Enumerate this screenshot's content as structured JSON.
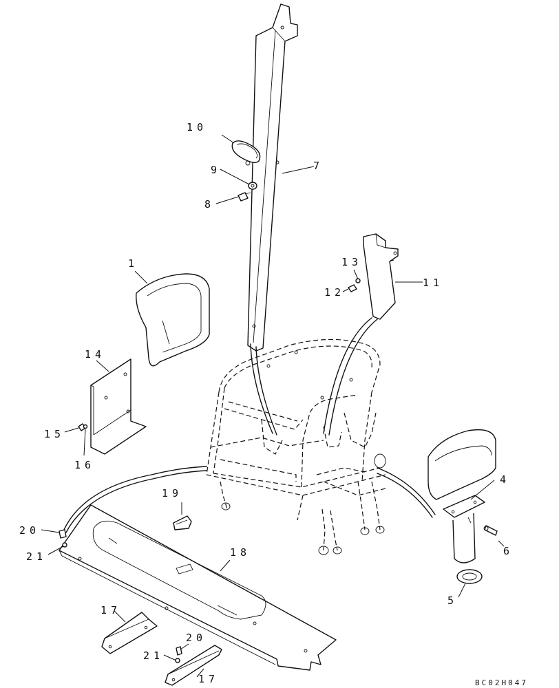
{
  "callouts": {
    "c1": "1",
    "c4": "4",
    "c5": "5",
    "c6": "6",
    "c7": "7",
    "c8": "8",
    "c9": "9",
    "c10": "10",
    "c11": "11",
    "c12": "12",
    "c13": "13",
    "c14": "14",
    "c15": "15",
    "c16": "16",
    "c17a": "17",
    "c17b": "17",
    "c18": "18",
    "c19": "19",
    "c20a": "20",
    "c20b": "20",
    "c21a": "21",
    "c21b": "21"
  },
  "drawing_code": "BC02H047"
}
